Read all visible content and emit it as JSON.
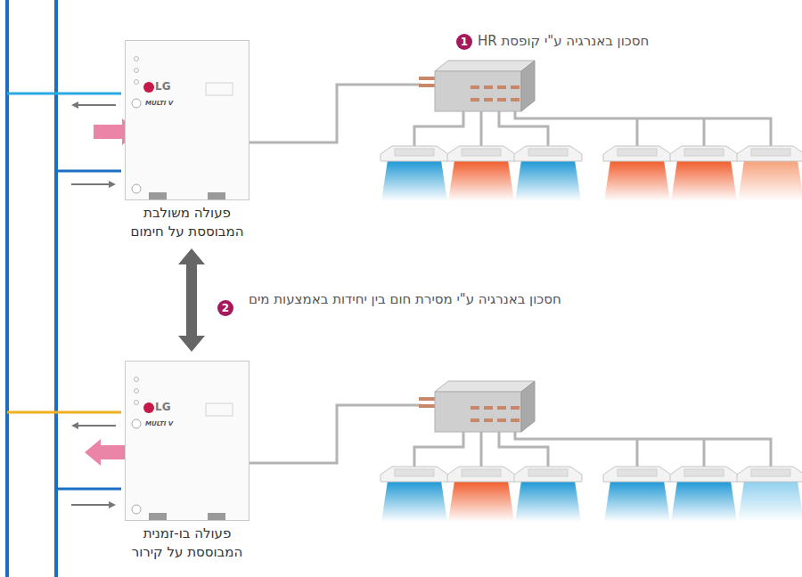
{
  "diagram": {
    "nodes": [
      {
        "text": [
          "LG",
          "MULTI V",
          "פעולה משולבת המבוססת על חימום"
        ]
      },
      {
        "text": [
          "LG",
          "MULTI V",
          "פעולה בו-זמנית המבוססת על קירור"
        ]
      }
    ],
    "edges": [
      {
        "from": 0,
        "to": 1,
        "arrow": "both",
        "label": "חסכון באנרגיה ע\"י מסירת חום בין יחידות באמצעות מים"
      }
    ],
    "labels": [
      "1",
      "חסכון באנרגיה ע\"י קופסת HR",
      "2"
    ]
  }
}
